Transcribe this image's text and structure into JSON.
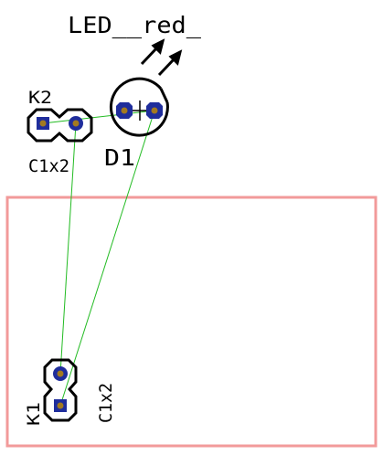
{
  "components": {
    "led": {
      "value": "LED__red_",
      "designator": "D1"
    },
    "connector_top": {
      "designator": "K2",
      "package": "C1x2"
    },
    "connector_bottom": {
      "designator": "K1",
      "package": "C1x2"
    }
  },
  "colors": {
    "background": "#ffffff",
    "board_outline": "#f29a9a",
    "silkscreen": "#000000",
    "pad_ring": "#1f2d9c",
    "pad_drill": "#a37a20",
    "ratsnest": "#22bb22"
  }
}
